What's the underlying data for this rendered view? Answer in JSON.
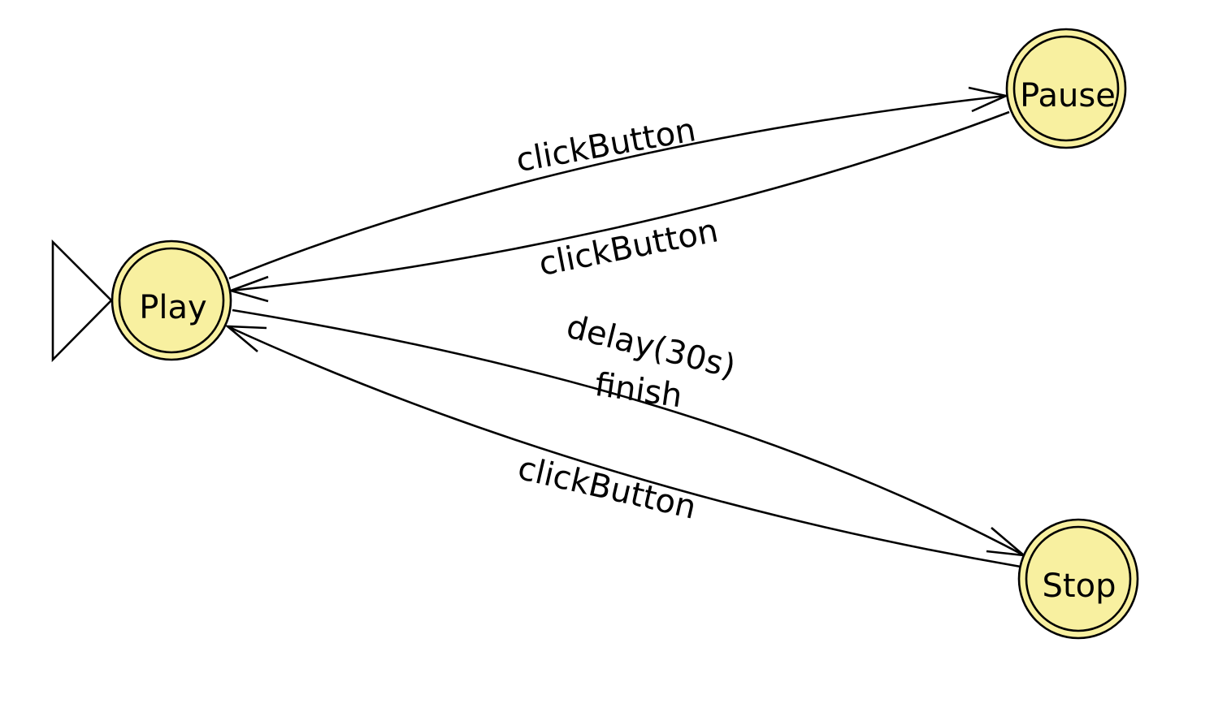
{
  "diagram": {
    "type": "state-machine",
    "colors": {
      "state_fill": "#f8f0a0",
      "stroke": "#000000",
      "background": "#ffffff"
    },
    "states": [
      {
        "id": "play",
        "label": "Play",
        "initial": true,
        "accepting": true
      },
      {
        "id": "pause",
        "label": "Pause",
        "initial": false,
        "accepting": true
      },
      {
        "id": "stop",
        "label": "Stop",
        "initial": false,
        "accepting": true
      }
    ],
    "transitions": [
      {
        "from": "play",
        "to": "pause",
        "label": "clickButton"
      },
      {
        "from": "pause",
        "to": "play",
        "label": "clickButton"
      },
      {
        "from": "play",
        "to": "stop",
        "label_line1": "delay(30s)",
        "label_line2": "finish"
      },
      {
        "from": "stop",
        "to": "play",
        "label": "clickButton"
      }
    ]
  }
}
